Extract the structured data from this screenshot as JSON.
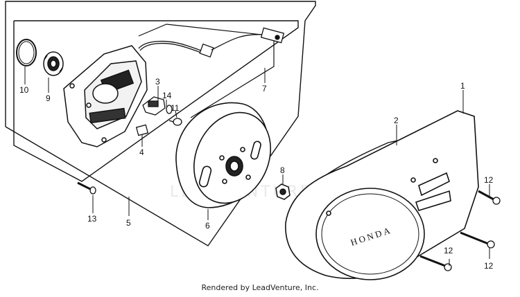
{
  "footer": {
    "text": "Rendered by LeadVenture, Inc."
  },
  "watermark": {
    "text": "LEADVENTURE"
  },
  "brand": {
    "cover_text": "HONDA"
  },
  "callouts": {
    "c1": "1",
    "c2": "2",
    "c3": "3",
    "c4": "4",
    "c5": "5",
    "c6": "6",
    "c7": "7",
    "c8": "8",
    "c9": "9",
    "c10": "10",
    "c11": "11",
    "c12a": "12",
    "c12b": "12",
    "c12c": "12",
    "c13": "13",
    "c14": "14"
  },
  "colors": {
    "line": "#111111",
    "background": "#ffffff",
    "watermark": "#e9e9e9"
  }
}
